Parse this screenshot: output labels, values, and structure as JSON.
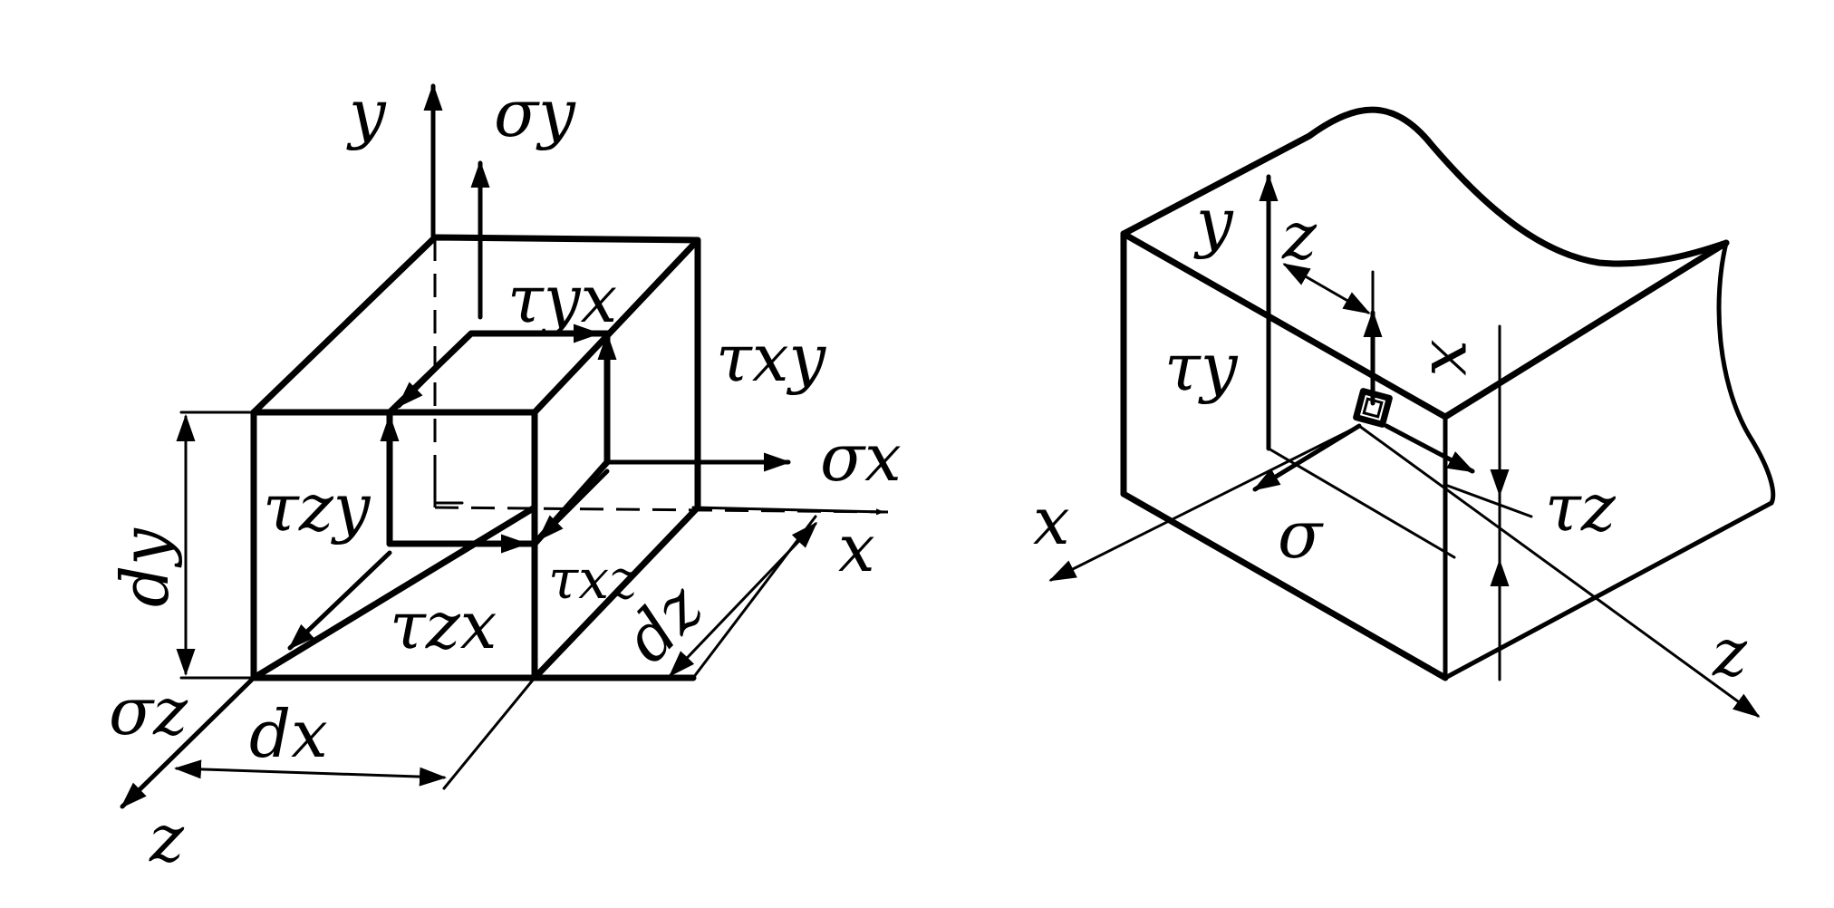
{
  "colors": {
    "ink": "#000000",
    "paper": "#ffffff"
  },
  "left_figure": {
    "axis_y": "y",
    "axis_x": "x",
    "axis_z": "z",
    "sigma_y": "σy",
    "sigma_x": "σx",
    "sigma_z": "σz",
    "tau_yx": "τyx",
    "tau_xy": "τxy",
    "tau_zy": "τzy",
    "tau_zx": "τzx",
    "tau_xz": "τxz",
    "dim_dx": "dx",
    "dim_dy": "dy",
    "dim_dz": "dz"
  },
  "right_figure": {
    "axis_y": "y",
    "axis_x": "x",
    "axis_z": "z",
    "axis_z_inner": "z",
    "dim_x": "x",
    "tau_y": "τy",
    "tau_z": "τz",
    "sigma": "σ"
  }
}
